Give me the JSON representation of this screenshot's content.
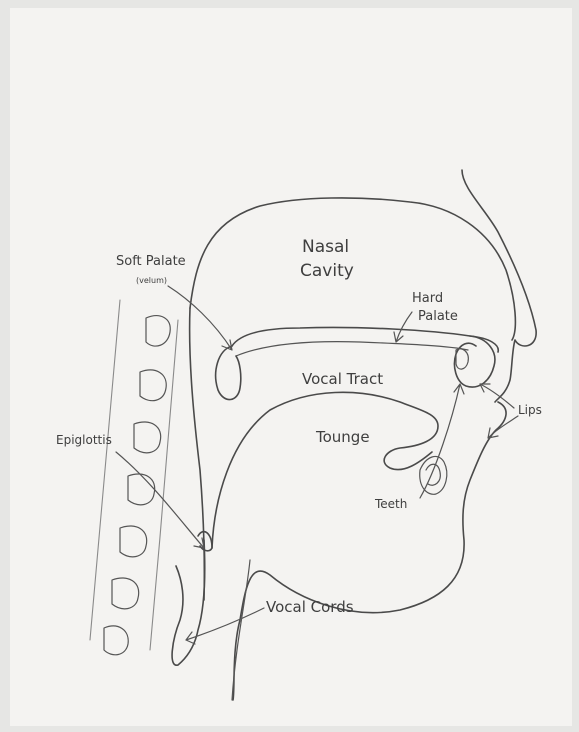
{
  "diagram": {
    "labels": {
      "nasal_cavity_line1": "Nasal",
      "nasal_cavity_line2": "Cavity",
      "soft_palate": "Soft Palate",
      "velum": "(velum)",
      "hard_palate_line1": "Hard",
      "hard_palate_line2": "Palate",
      "vocal_tract": "Vocal Tract",
      "lips": "Lips",
      "tounge": "Tounge",
      "teeth": "Teeth",
      "epiglottis": "Epiglottis",
      "vocal_cords": "Vocal Cords"
    },
    "colors": {
      "paper": "#f4f3f1",
      "pencil": "#4a4a4a",
      "frame": "#e6e6e4"
    }
  }
}
